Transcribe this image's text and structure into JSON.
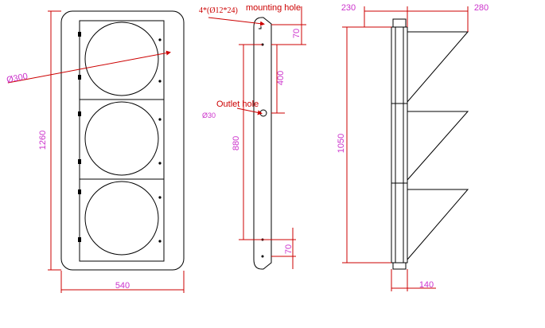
{
  "front_view": {
    "width_label": "540",
    "height_label": "1260",
    "lens_diameter_label": "Ø300",
    "lens_count": 3
  },
  "side_view": {
    "mounting_hole_spec": "4*(Ø12*24)",
    "mounting_hole_label": "mounting hole",
    "top_offset_label": "70",
    "hole_spacing_label": "400",
    "outlet_hole_label": "Outlet hole",
    "outlet_diameter_label": "Ø30",
    "lower_spacing_label": "880",
    "bottom_offset_label": "70"
  },
  "profile_view": {
    "depth_label": "230",
    "visor_label": "280",
    "height_label": "1050",
    "base_label": "140"
  },
  "colors": {
    "outline": "#000000",
    "dimension": "#cc33cc",
    "annotation": "#cc0000"
  }
}
